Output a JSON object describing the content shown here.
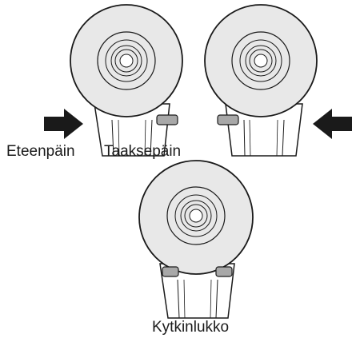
{
  "labels": {
    "forward": "Eteenpäin",
    "reverse": "Taaksepäin",
    "lock": "Kytkinlukko"
  },
  "colors": {
    "outline": "#1a1a1a",
    "head_fill": "#e8e8e8",
    "lever_fill": "#a8a8a8",
    "arrow": "#1a1a1a"
  },
  "icons": {
    "tool_head": "ratchet-head-icon",
    "direction_arrow": "direction-arrow-icon"
  }
}
